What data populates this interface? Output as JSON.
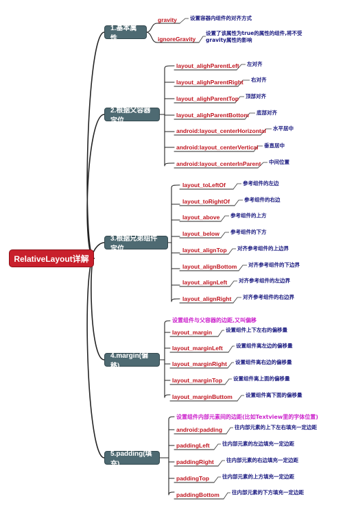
{
  "root": "RelativeLayout详解",
  "branches": [
    {
      "label": "1.基本属性",
      "leaves": [
        {
          "name": "gravity",
          "desc": "设置容器内组件的对齐方式"
        },
        {
          "name": "ignoreGravity",
          "desc": "设置了该属性为true的属性的组件,将不受gravity属性的影响"
        }
      ]
    },
    {
      "label": "2.根据父容器定位",
      "leaves": [
        {
          "name": "layout_alighParentLeft",
          "desc": "左对齐"
        },
        {
          "name": "layout_alighParentRight",
          "desc": "右对齐"
        },
        {
          "name": "layout_alighParentTop",
          "desc": "顶部对齐"
        },
        {
          "name": "layout_alighParentBottom",
          "desc": "底部对齐"
        },
        {
          "name": "android:layout_centerHorizontal",
          "desc": "水平居中"
        },
        {
          "name": "android:layout_centerVertical",
          "desc": "垂直居中"
        },
        {
          "name": "android:layout_centerInParent",
          "desc": "中间位置"
        }
      ]
    },
    {
      "label": "3.根据兄弟组件定位",
      "leaves": [
        {
          "name": "layout_toLeftOf",
          "desc": "参考组件的左边"
        },
        {
          "name": "layout_toRightOf",
          "desc": "参考组件的右边"
        },
        {
          "name": "layout_above",
          "desc": "参考组件的上方"
        },
        {
          "name": "layout_below",
          "desc": "参考组件的下方"
        },
        {
          "name": "layout_alignTop",
          "desc": "对齐参考组件的上边界"
        },
        {
          "name": "layout_alignBottom",
          "desc": "对齐参考组件的下边界"
        },
        {
          "name": "layout_alignLeft",
          "desc": "对齐参考组件的左边界"
        },
        {
          "name": "layout_alignRight",
          "desc": "对齐参考组件的右边界"
        }
      ]
    },
    {
      "label": "4.margin(偏移)",
      "note": "设置组件与父容器的边距,又叫偏移",
      "leaves": [
        {
          "name": "layout_margin",
          "desc": "设置组件上下左右的偏移量"
        },
        {
          "name": "layout_marginLeft",
          "desc": "设置组件离左边的偏移量"
        },
        {
          "name": "layout_marginRight",
          "desc": "设置组件离右边的偏移量"
        },
        {
          "name": "layout_marginTop",
          "desc": "设置组件离上面的偏移量"
        },
        {
          "name": "layout_marginButtom",
          "desc": "设置组件离下面的偏移量"
        }
      ]
    },
    {
      "label": "5.padding(填充)",
      "note": "设置组件内部元素间的边距(比如Textview里的字体位置)",
      "leaves": [
        {
          "name": "android:padding",
          "desc": "往内部元素的上下左右填充一定边距"
        },
        {
          "name": "paddingLeft",
          "desc": "往内部元素的左边填充一定边距"
        },
        {
          "name": "paddingRight",
          "desc": "往内部元素的右边填充一定边距"
        },
        {
          "name": "paddingTop",
          "desc": "往内部元素的上方填充一定边距"
        },
        {
          "name": "paddingBottom",
          "desc": "往内部元素的下方填充一定边距"
        }
      ]
    }
  ]
}
